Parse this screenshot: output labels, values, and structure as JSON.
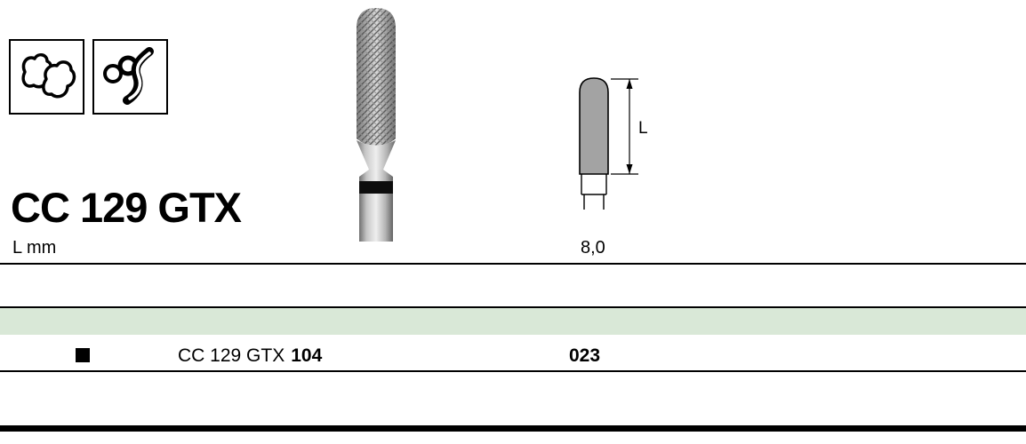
{
  "product": {
    "title": "CC 129 GTX",
    "dimension_label": "L mm",
    "dimension_value": "8,0",
    "diagram_label": "L"
  },
  "pictograms": [
    {
      "name": "crown-shapes-pictogram"
    },
    {
      "name": "wire-clasp-pictogram"
    }
  ],
  "table": {
    "band_color": "#d9e8d7",
    "row": {
      "marker_icon": "black-square",
      "name": "CC 129 GTX",
      "shank_code": "104",
      "size_code": "023"
    }
  },
  "colors": {
    "rule": "#000000",
    "diagram_fill": "#a3a3a3"
  }
}
